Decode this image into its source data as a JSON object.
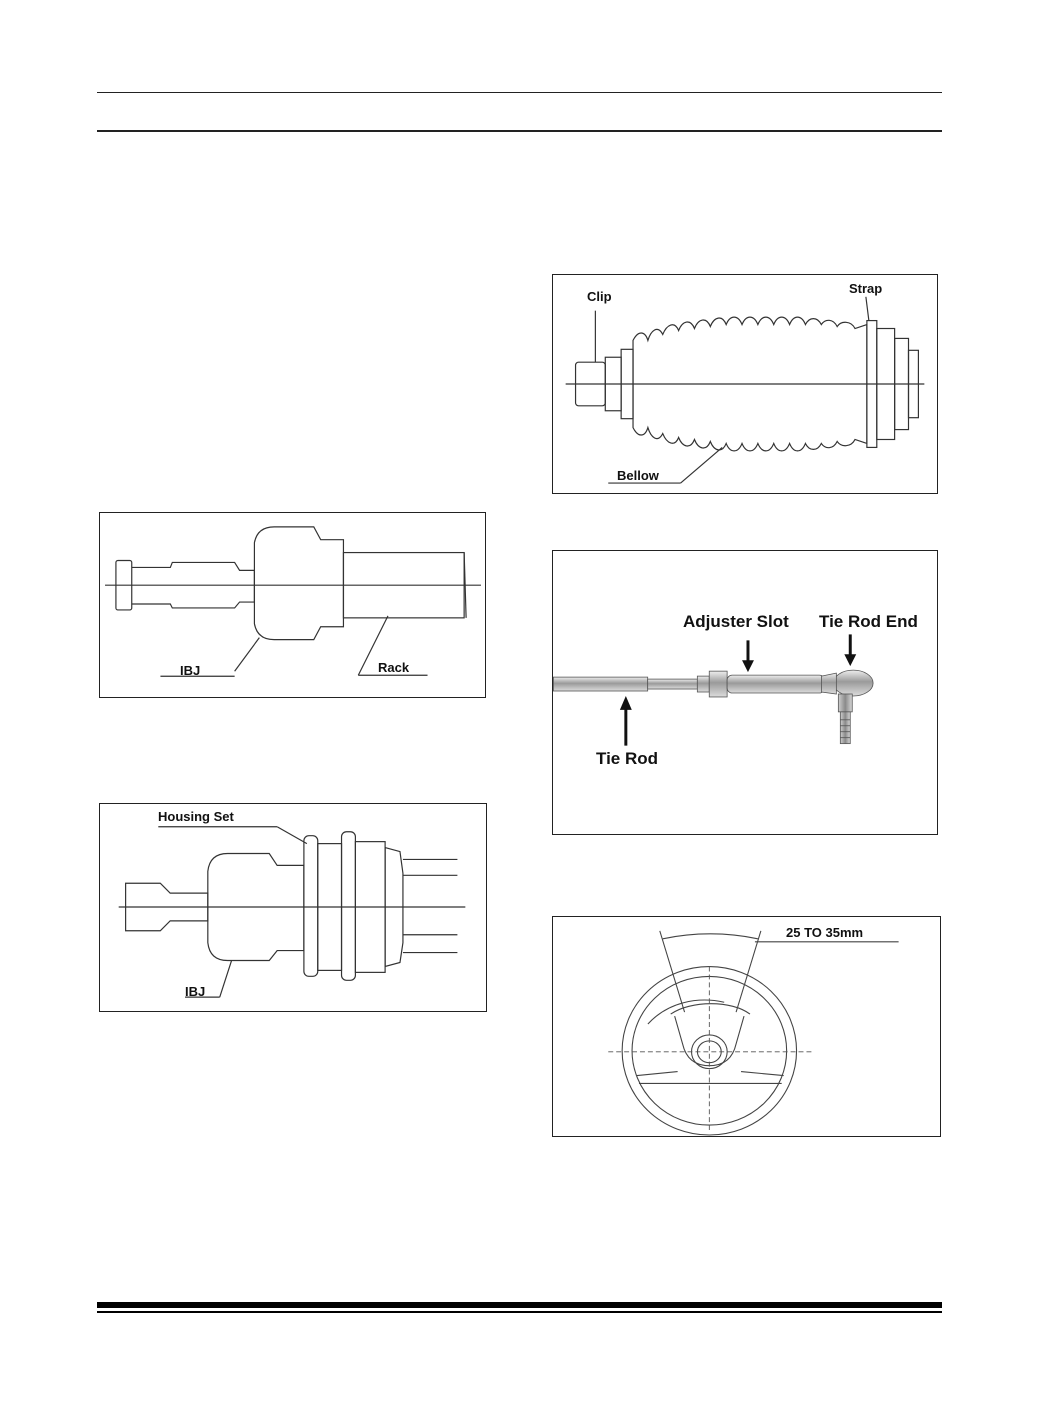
{
  "figures": {
    "ibj_rack": {
      "labels": {
        "ibj": "IBJ",
        "rack": "Rack"
      }
    },
    "housing_set": {
      "labels": {
        "housing_set": "Housing Set",
        "ibj": "IBJ"
      }
    },
    "bellow": {
      "labels": {
        "clip": "Clip",
        "strap": "Strap",
        "bellow": "Bellow"
      }
    },
    "tie_rod": {
      "labels": {
        "adjuster_slot": "Adjuster Slot",
        "tie_rod_end": "Tie Rod End",
        "tie_rod": "Tie Rod"
      }
    },
    "steering_wheel": {
      "labels": {
        "dimension": "25 TO 35mm"
      }
    }
  }
}
